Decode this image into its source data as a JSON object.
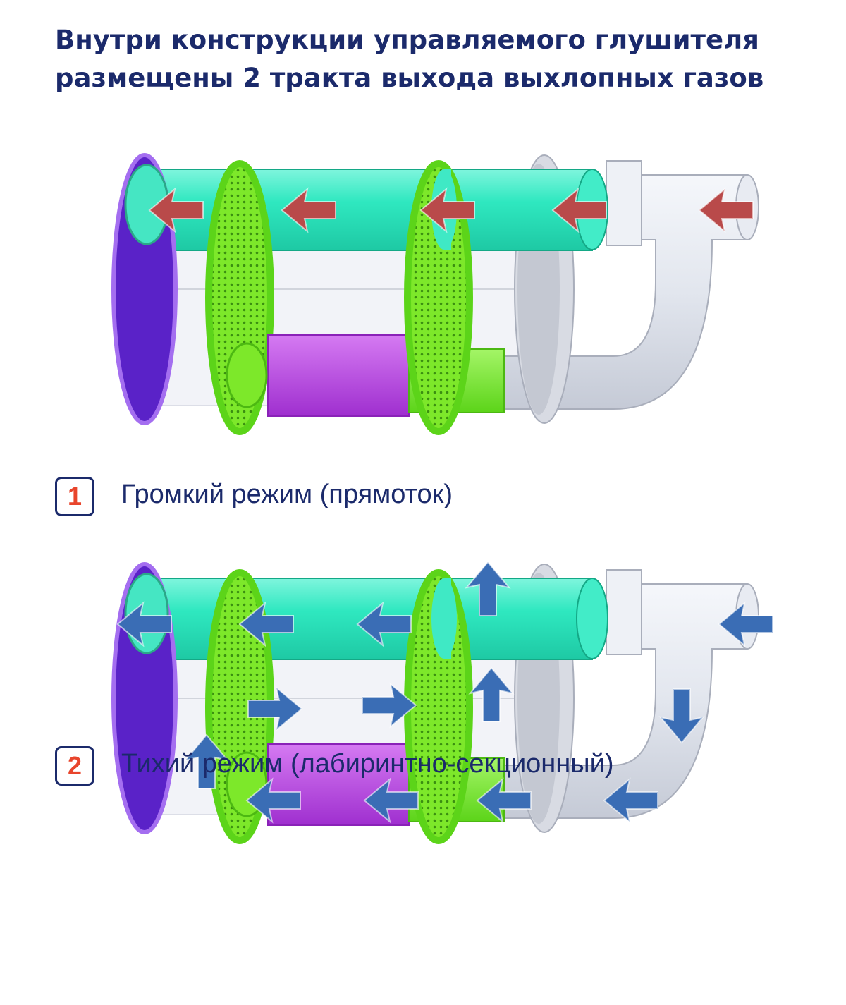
{
  "title": "Внутри конструкции управляемого глушителя размещены 2 тракта выхода выхлопных газов",
  "modes": [
    {
      "number": "1",
      "label": "Громкий режим (прямоток)"
    },
    {
      "number": "2",
      "label": "Тихий режим (лабиринтно-секционный)"
    }
  ],
  "colors": {
    "text": "#1b2a6b",
    "badge_number": "#e8452c",
    "arrow_loud": "#b94a4a",
    "arrow_quiet": "#3a6db5",
    "main_pipe": "#2fe8c0",
    "baffle": "#7de82a",
    "end_cap": "#7a3ad6",
    "resonator": "#b83ee0",
    "inlet_pipe": "#e2e6ee"
  }
}
